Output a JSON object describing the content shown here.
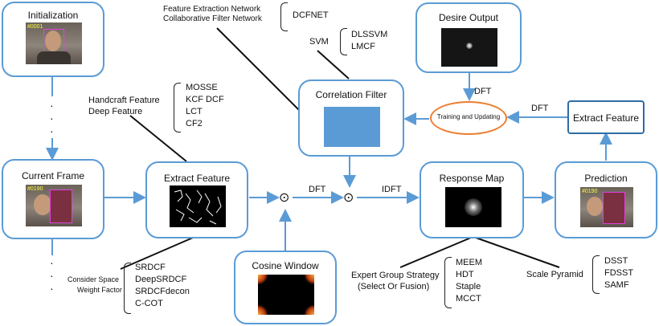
{
  "boxes": {
    "initialization": "Initialization",
    "current_frame": "Current Frame",
    "extract_feature_left": "Extract Feature",
    "cosine_window": "Cosine Window",
    "correlation_filter": "Correlation Filter",
    "desire_output": "Desire Output",
    "response_map": "Response Map",
    "prediction": "Prediction",
    "extract_feature_right": "Extract Feature",
    "training": "Training and Updating"
  },
  "frame_labels": {
    "init": "#0001",
    "current": "#0190",
    "prediction": "#0190"
  },
  "operators": {
    "dot": "⊙"
  },
  "edge_labels": {
    "dft_left": "DFT",
    "idft": "IDFT",
    "dft_desire": "DFT",
    "dft_right": "DFT"
  },
  "ellipsis": "·",
  "annotations": {
    "handcraft": [
      "Handcraft Feature",
      "Deep  Feature"
    ],
    "handcraft_methods": [
      "MOSSE",
      "KCF DCF",
      "LCT",
      "CF2"
    ],
    "feature_network": [
      "Feature    Extraction    Network",
      "Collaborative  Filter Network"
    ],
    "feature_network_methods": [
      "DCFNET"
    ],
    "svm": "SVM",
    "svm_methods": [
      "DLSSVM",
      "LMCF"
    ],
    "consider": [
      "Consider Space",
      "Weight Factor"
    ],
    "consider_methods": [
      "SRDCF",
      "DeepSRDCF",
      "SRDCFdecon",
      "C-COT"
    ],
    "expert": [
      "Expert Group Strategy",
      "(Select Or Fusion)"
    ],
    "expert_methods": [
      "MEEM",
      "HDT",
      "Staple",
      "MCCT"
    ],
    "scale": "Scale Pyramid",
    "scale_methods": [
      "DSST",
      "FDSST",
      "SAMF"
    ]
  },
  "colors": {
    "box_border": "#5b9bd5",
    "arrow": "#5b9bd5",
    "filter_fill": "#5b9bd5",
    "ellipse": "#ed7d31"
  }
}
